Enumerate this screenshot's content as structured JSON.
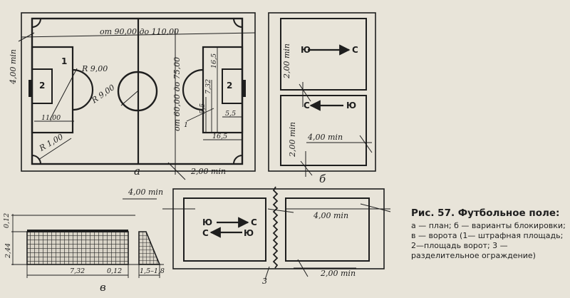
{
  "figure": {
    "panel_labels": {
      "a": "а",
      "b": "б",
      "v": "в"
    },
    "field": {
      "length": "от 90,00 до 110,00",
      "width": "от 60,00 до 75,00",
      "penalty_zone_label": "1",
      "goal_zone_label": "2",
      "goal_zone_label_right": "2",
      "penalty_radius": "R 9,00",
      "center_radius": "R 9,00",
      "corner_radius": "R 1,00",
      "penalty_depth": "11,00",
      "penalty_area_width": "16,5",
      "goal_width": "7,32",
      "goal_area_width": "5,5",
      "goal_area_depth": "5,5",
      "penalty_area_depth": "16,5",
      "margin_left": "4,00 min",
      "margin_bottom": "2,00 min",
      "leader_1": "1"
    },
    "blocking_vertical": {
      "gap_top": "2,00 min",
      "gap_bottom": "2,00 min",
      "gap_between": "4,00 min",
      "dir_top": [
        "Ю",
        "С"
      ],
      "dir_bottom": [
        "С",
        "Ю"
      ]
    },
    "blocking_horizontal": {
      "gap_left": "4,00 min",
      "gap_middle": "4,00 min",
      "gap_bottom": "2,00 min",
      "dir_top": [
        "Ю",
        "С"
      ],
      "dir_bottom": [
        "С",
        "Ю"
      ],
      "fence_label": "3"
    },
    "goal": {
      "post_thickness": "0,12",
      "height": "2,44",
      "width": "7,32",
      "crossbar": "0,12",
      "depth": "1,5–1,8"
    }
  },
  "caption": {
    "title": "Рис. 57. Футбольное поле:",
    "text": "а — план; б — варианты блокировки; в — ворота (1— штрафная площадь; 2—площадь ворот; 3 — разделительное ограждение)"
  }
}
